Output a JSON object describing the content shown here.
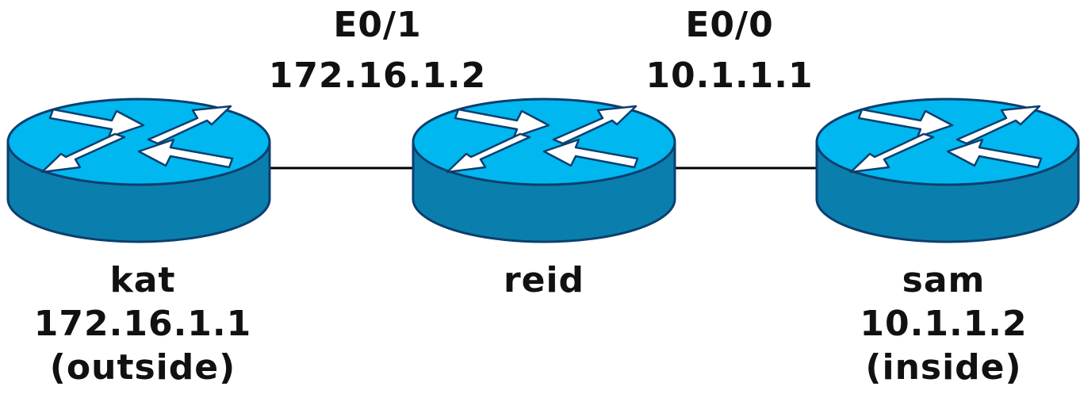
{
  "colors": {
    "background": "#ffffff",
    "router_top": "#00b7f0",
    "router_side": "#0a7fad",
    "router_outline": "#0c3f6e",
    "arrow": "#ffffff",
    "link": "#000000",
    "text": "#111111"
  },
  "routers": [
    {
      "id": "kat",
      "icon": "router-icon",
      "name": "kat",
      "ip": "172.16.1.1",
      "role": "(outside)"
    },
    {
      "id": "reid",
      "icon": "router-icon",
      "name": "reid",
      "ip": "",
      "role": ""
    },
    {
      "id": "sam",
      "icon": "router-icon",
      "name": "sam",
      "ip": "10.1.1.2",
      "role": "(inside)"
    }
  ],
  "interfaces": [
    {
      "id": "reid-e0-1",
      "name": "E0/1",
      "ip": "172.16.1.2"
    },
    {
      "id": "reid-e0-0",
      "name": "E0/0",
      "ip": "10.1.1.1"
    }
  ],
  "links": [
    {
      "from": "kat",
      "to": "reid"
    },
    {
      "from": "reid",
      "to": "sam"
    }
  ]
}
